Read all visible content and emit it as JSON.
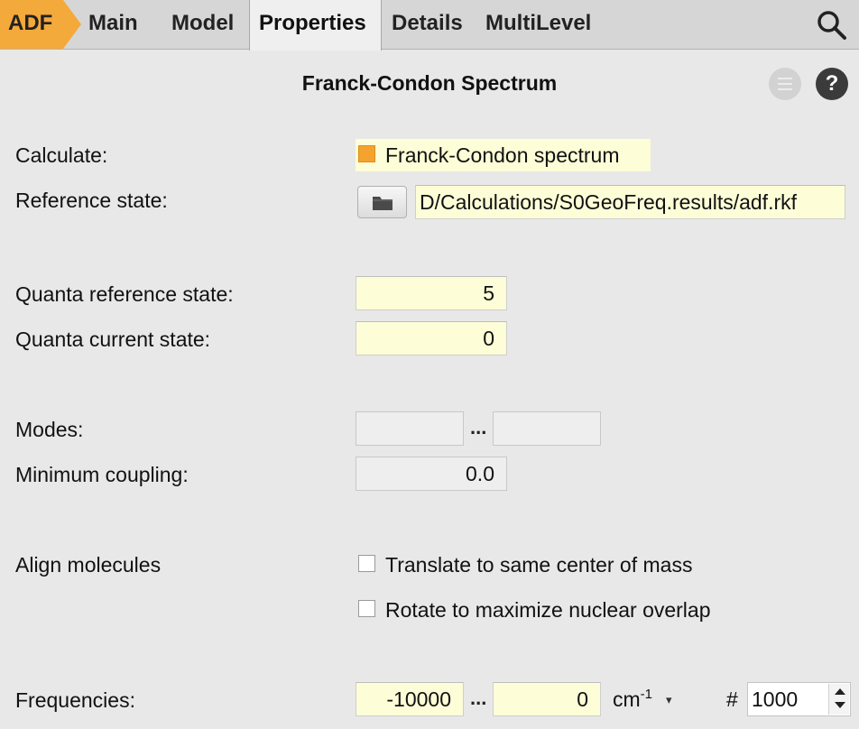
{
  "tabs": {
    "adf": "ADF",
    "main": "Main",
    "model": "Model",
    "properties": "Properties",
    "details": "Details",
    "multilevel": "MultiLevel"
  },
  "panel": {
    "title": "Franck-Condon Spectrum",
    "help": "?"
  },
  "calculate": {
    "label": "Calculate:",
    "option": "Franck-Condon spectrum",
    "checked": true
  },
  "reference_state": {
    "label": "Reference state:",
    "value": "D/Calculations/S0GeoFreq.results/adf.rkf"
  },
  "quanta_reference": {
    "label": "Quanta reference state:",
    "value": "5"
  },
  "quanta_current": {
    "label": "Quanta current state:",
    "value": "0"
  },
  "modes": {
    "label": "Modes:",
    "from": "",
    "to": "",
    "separator": "..."
  },
  "min_coupling": {
    "label": "Minimum coupling:",
    "value": "0.0"
  },
  "align": {
    "label": "Align molecules",
    "translate": {
      "label": "Translate to same center of mass",
      "checked": false
    },
    "rotate": {
      "label": "Rotate to maximize nuclear overlap",
      "checked": false
    }
  },
  "frequencies": {
    "label": "Frequencies:",
    "from": "-10000",
    "to": "0",
    "separator": "...",
    "unit_base": "cm",
    "unit_exp": "-1",
    "unit_arrow": "▾",
    "count_symbol": "#",
    "count": "1000"
  },
  "colors": {
    "accent": "#f4a93b",
    "field_bg": "#fdfdd7",
    "panel_bg": "#e8e8e8"
  }
}
